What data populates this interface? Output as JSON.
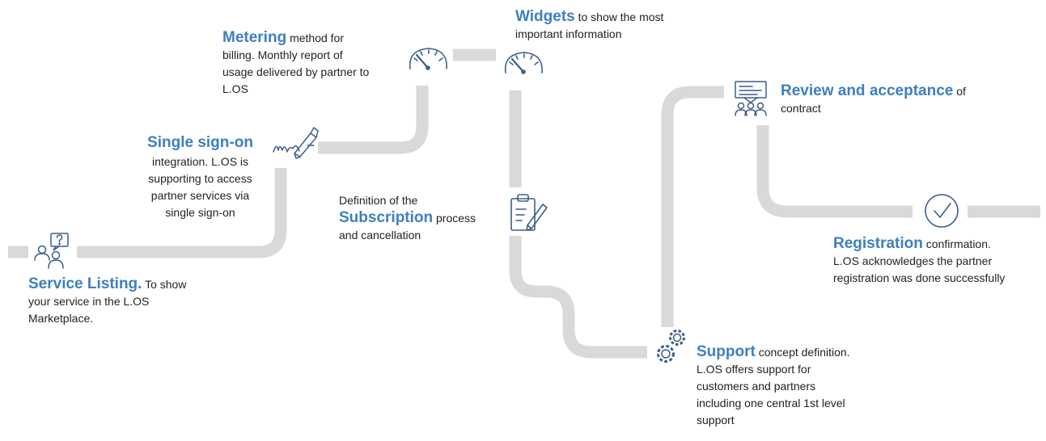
{
  "colors": {
    "path": "#d9d9d9",
    "accent": "#3d7fc1",
    "icon": "#3b5f8a",
    "text": "#222222"
  },
  "steps": {
    "service_listing": {
      "title": "Service Listing.",
      "body_first": "To show",
      "body_rest": "your service in the L.OS\nMarketplace.",
      "icon": "user-question-icon"
    },
    "single_sign_on": {
      "title": "Single sign-on",
      "body": "integration. L.OS is\nsupporting to access\npartner services via\nsingle sign-on",
      "icon": "signature-pen-icon"
    },
    "metering": {
      "title": "Metering",
      "body_first": "method for",
      "body_rest": "billing. Monthly report of\nusage delivered by partner to\nL.OS",
      "icon": "gauge-icon"
    },
    "widgets": {
      "title": "Widgets",
      "body_first": "to show the most",
      "body_rest": "important information",
      "icon": "gauge-icon"
    },
    "subscription": {
      "pre": "Definition of the",
      "title": "Subscription",
      "post_first": "process",
      "post_rest": "and cancellation",
      "icon": "clipboard-edit-icon"
    },
    "support": {
      "title": "Support",
      "body_first": "concept definition.",
      "body_rest": "L.OS offers support for\ncustomers and partners\nincluding one central 1st level\nsupport",
      "icon": "gears-icon"
    },
    "review": {
      "title": "Review and acceptance",
      "body_first": "of",
      "body_rest": "contract",
      "icon": "presentation-group-icon"
    },
    "registration": {
      "title": "Registration",
      "body_first": "confirmation.",
      "body_rest": "L.OS acknowledges the partner\nregistration was done successfully",
      "icon": "check-circle-icon"
    }
  }
}
